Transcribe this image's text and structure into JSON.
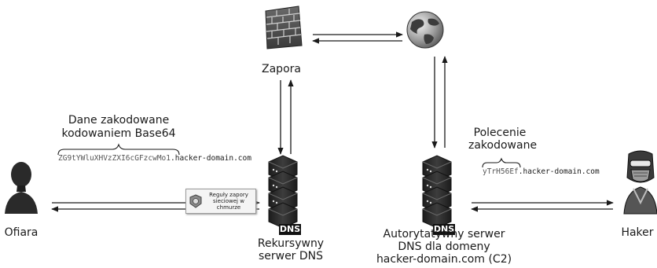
{
  "nodes": {
    "firewall_label": "Zapora",
    "victim_label": "Ofiara",
    "hacker_label": "Haker",
    "recursive_dns_label": [
      "Rekursywny",
      "serwer DNS"
    ],
    "auth_dns_label": [
      "Autorytatywny serwer",
      "DNS dla domeny",
      "hacker-domain.com (C2)"
    ],
    "dns_badge": "DNS"
  },
  "data_annotation": {
    "title": [
      "Dane zakodowane",
      "kodowaniem Base64"
    ],
    "encoded": "ZG9tYWluXHVzZXI6cGFzcwMo1",
    "domain": ".hacker-domain.com"
  },
  "command_annotation": {
    "title": [
      "Polecenie",
      "zakodowane"
    ],
    "encoded": "yTrH56Ef",
    "domain": ".hacker-domain.com"
  },
  "firewall_rules_note": "Reguły zapory sieciowej w chmurze",
  "icons": [
    "firewall-icon",
    "globe-icon",
    "dns-server-icon",
    "victim-person-icon",
    "hacker-person-icon",
    "cloud-firewall-icon"
  ]
}
